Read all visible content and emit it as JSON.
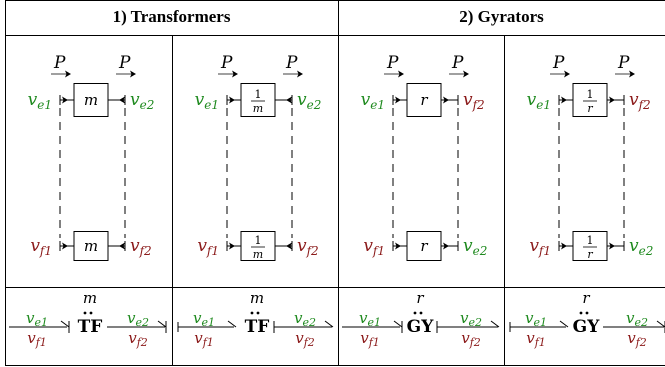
{
  "headers": [
    {
      "label": "1) Transformers"
    },
    {
      "label": "2) Gyrators"
    }
  ],
  "colors": {
    "effort": "#1f8a1f",
    "flow": "#8b1a1a",
    "line": "#000000"
  },
  "panels": [
    {
      "top": {
        "p_left": "P",
        "p_right": "P",
        "left_var": "v",
        "left_sub": "e1",
        "left_color": "green",
        "right_var": "v",
        "right_sub": "e2",
        "right_color": "green",
        "box": "m",
        "box_kind": "plain"
      },
      "bottom": {
        "left_var": "v",
        "left_sub": "f1",
        "left_color": "red",
        "right_var": "v",
        "right_sub": "f2",
        "right_color": "red",
        "box": "m",
        "box_kind": "plain"
      },
      "bond": {
        "elem": "TF",
        "param": "m",
        "l_num_sub": "e1",
        "l_den_sub": "f1",
        "r_num_sub": "e2",
        "r_den_sub": "f2",
        "var": "v"
      }
    },
    {
      "top": {
        "p_left": "P",
        "p_right": "P",
        "left_var": "v",
        "left_sub": "e1",
        "left_color": "green",
        "right_var": "v",
        "right_sub": "e2",
        "right_color": "green",
        "box_num": "1",
        "box_den": "m",
        "box_kind": "frac"
      },
      "bottom": {
        "left_var": "v",
        "left_sub": "f1",
        "left_color": "red",
        "right_var": "v",
        "right_sub": "f2",
        "right_color": "red",
        "box_num": "1",
        "box_den": "m",
        "box_kind": "frac"
      },
      "bond": {
        "elem": "TF",
        "param": "m",
        "l_num_sub": "e1",
        "l_den_sub": "f1",
        "r_num_sub": "e2",
        "r_den_sub": "f2",
        "var": "v"
      }
    },
    {
      "top": {
        "p_left": "P",
        "p_right": "P",
        "left_var": "v",
        "left_sub": "e1",
        "left_color": "green",
        "right_var": "v",
        "right_sub": "f2",
        "right_color": "red",
        "box": "r",
        "box_kind": "plain"
      },
      "bottom": {
        "left_var": "v",
        "left_sub": "f1",
        "left_color": "red",
        "right_var": "v",
        "right_sub": "e2",
        "right_color": "green",
        "box": "r",
        "box_kind": "plain"
      },
      "bond": {
        "elem": "GY",
        "param": "r",
        "l_num_sub": "e1",
        "l_den_sub": "f1",
        "r_num_sub": "e2",
        "r_den_sub": "f2",
        "var": "v"
      }
    },
    {
      "top": {
        "p_left": "P",
        "p_right": "P",
        "left_var": "v",
        "left_sub": "e1",
        "left_color": "green",
        "right_var": "v",
        "right_sub": "f2",
        "right_color": "red",
        "box_num": "1",
        "box_den": "r",
        "box_kind": "frac"
      },
      "bottom": {
        "left_var": "v",
        "left_sub": "f1",
        "left_color": "red",
        "right_var": "v",
        "right_sub": "e2",
        "right_color": "green",
        "box_num": "1",
        "box_den": "r",
        "box_kind": "frac"
      },
      "bond": {
        "elem": "GY",
        "param": "r",
        "l_num_sub": "e1",
        "l_den_sub": "f1",
        "r_num_sub": "e2",
        "r_den_sub": "f2",
        "var": "v"
      }
    }
  ]
}
